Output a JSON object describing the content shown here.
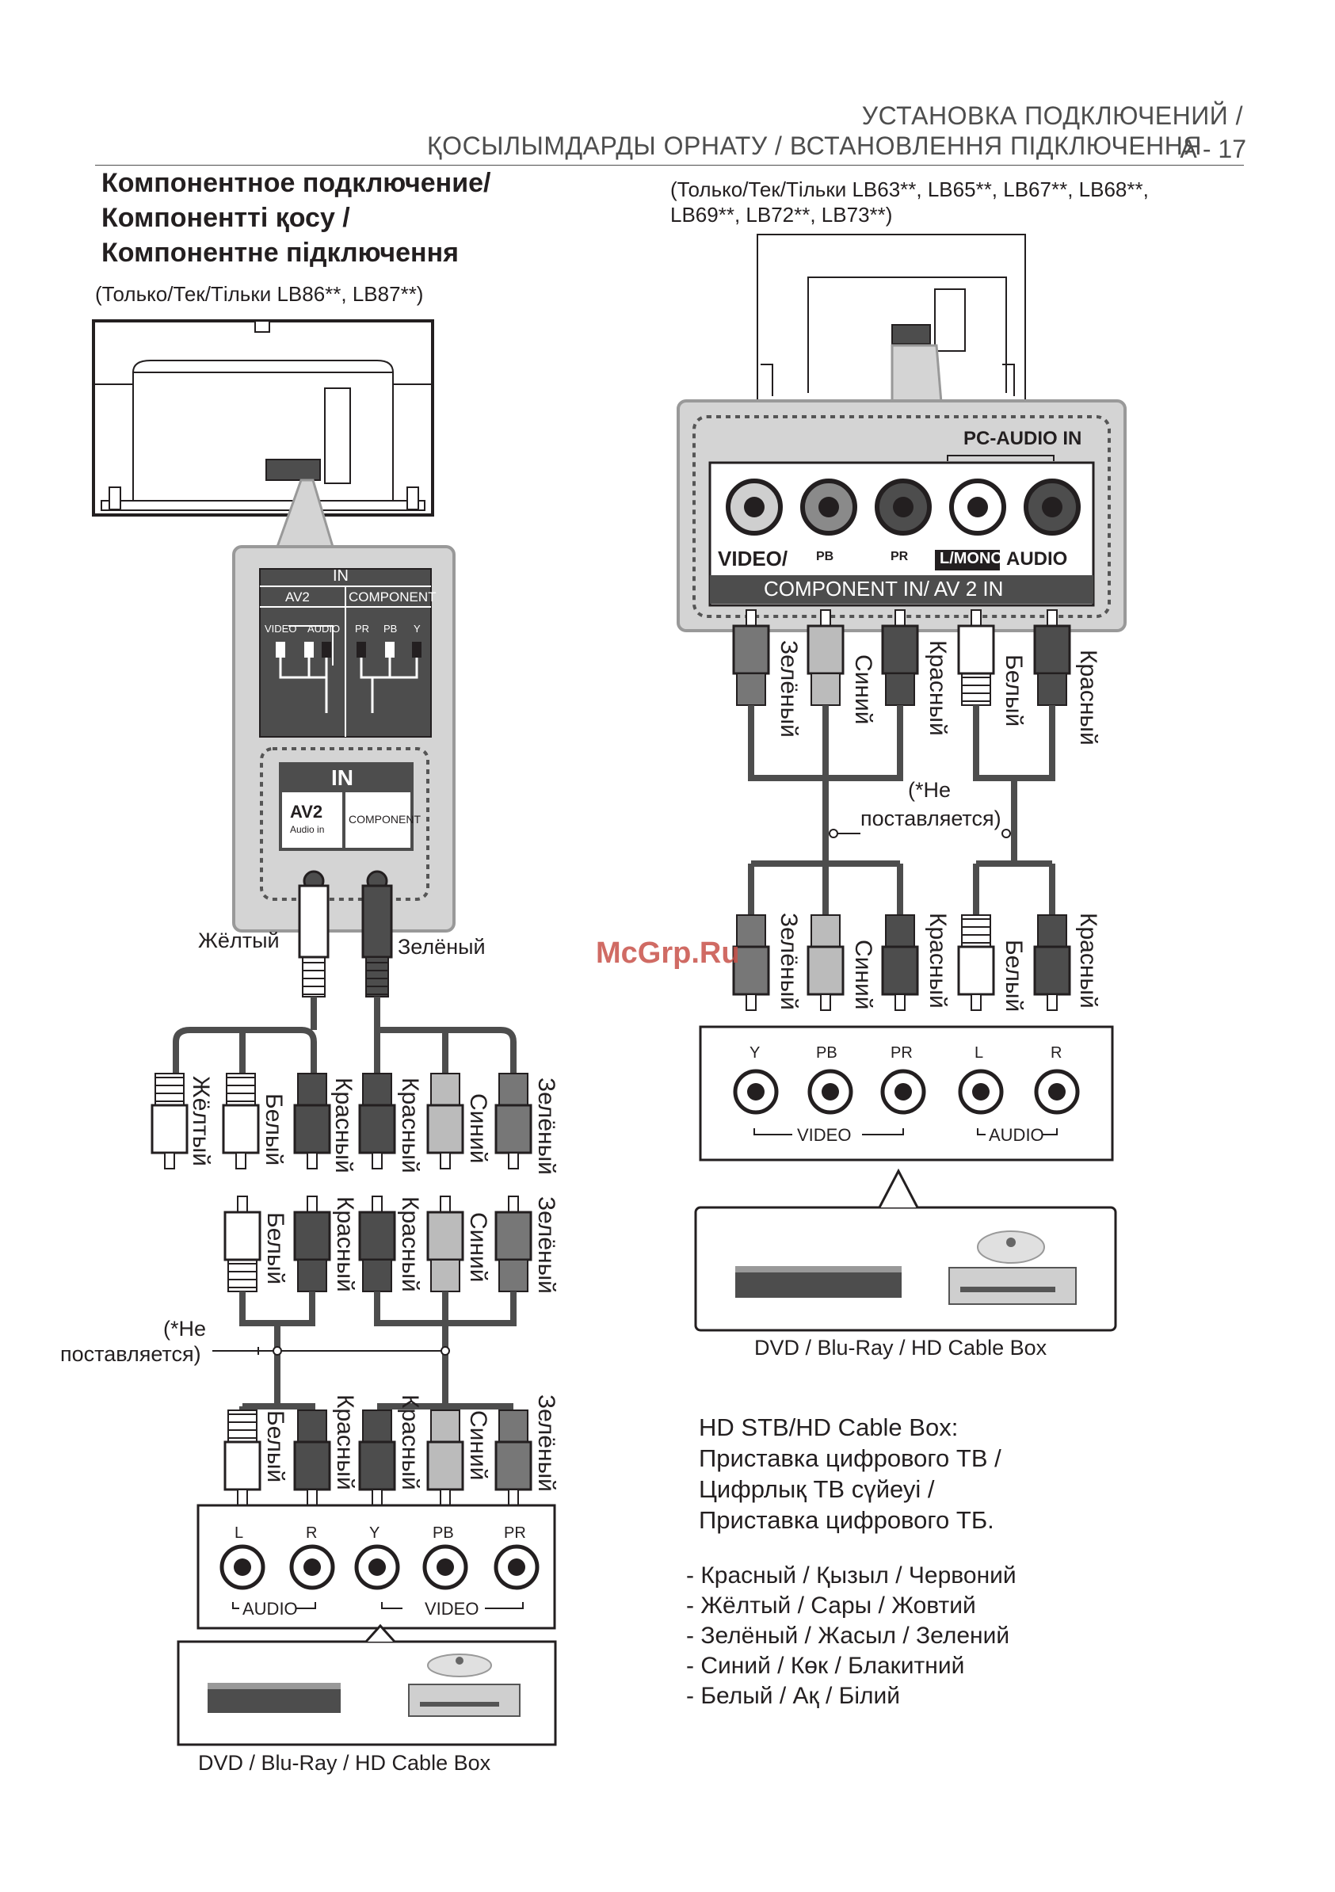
{
  "header": {
    "line1": "УСТАНОВКА ПОДКЛЮЧЕНИЙ /",
    "line2": "ҚОСЫЛЫМДАРДЫ ОРНАТУ / ВСТАНОВЛЕННЯ ПІДКЛЮЧЕННЯ",
    "page_number": "A - 17"
  },
  "section": {
    "title_ru": "Компонентное подключение/",
    "title_kz": "Компоненттi қосу /",
    "title_ua": "Компонентне підключення"
  },
  "left": {
    "models": "(Только/Тек/Тільки LB86**, LB87**)",
    "panel_in": "IN",
    "panel_av2": "AV2",
    "panel_component": "COMPONENT",
    "panel_video": "VIDEO",
    "panel_audio": "AUDIO",
    "panel_pr": "PR",
    "panel_pb": "PB",
    "panel_y": "Y",
    "jack_in": "IN",
    "jack_av2": "AV2",
    "jack_audio_in": "Audio in",
    "jack_component": "COMPONENT",
    "cable_yellow": "Жёлтый",
    "cable_green": "Зелёный",
    "row1": [
      "Жёлтый",
      "Белый",
      "Красный",
      "Красный",
      "Синий",
      "Зелёный"
    ],
    "row2": [
      "Белый",
      "Красный",
      "Красный",
      "Синий",
      "Зелёный"
    ],
    "row3": [
      "Белый",
      "Красный",
      "Красный",
      "Синий",
      "Зелёный"
    ],
    "not_supplied_1": "(*Не",
    "not_supplied_2": "поставляется)",
    "dev_labels": [
      "L",
      "R",
      "Y",
      "PB",
      "PR"
    ],
    "dev_audio": "AUDIO",
    "dev_video": "VIDEO",
    "device_caption": "DVD / Blu-Ray / HD Cable Box"
  },
  "right": {
    "models_1": "(Только/Тек/Тільки LB63**, LB65**, LB67**, LB68**,",
    "models_2": "LB69**, LB72**, LB73**)",
    "pc_audio_in": "PC-AUDIO IN",
    "port_video_y": "VIDEO/",
    "port_pb": "PB",
    "port_pr": "PR",
    "port_lmono": "L/MONO",
    "port_audio_r": "AUDIO",
    "bar_label": "COMPONENT IN/ AV 2 IN",
    "row1": [
      "Зелёный",
      "Синий",
      "Красный",
      "Белый",
      "Красный"
    ],
    "not_supplied_1": "(*Не",
    "not_supplied_2": "поставляется)",
    "row2": [
      "Зелёный",
      "Синий",
      "Красный",
      "Белый",
      "Красный"
    ],
    "dev_labels": [
      "Y",
      "PB",
      "PR",
      "L",
      "R"
    ],
    "dev_video": "VIDEO",
    "dev_audio": "AUDIO",
    "device_caption": "DVD / Blu-Ray / HD Cable Box"
  },
  "info": {
    "hd_1": "HD STB/HD Cable Box:",
    "hd_2": "Приставка цифрового ТВ /",
    "hd_3": "Цифрлық ТВ сүйеуі /",
    "hd_4": "Приставка цифрового ТБ.",
    "colors": [
      "- Красный / Қызыл / Червоний",
      "- Жёлтый / Сары / Жовтий",
      "- Зелёный / Жасыл / Зелений",
      "- Синий / Көк / Блакитний",
      "- Белый / Ақ / Білий"
    ]
  },
  "watermark": "McGrp.Ru",
  "colors": {
    "text": "#231f20",
    "panel_gray": "#d4d4d4",
    "dark_gray": "#4d4d4d",
    "watermark": "#c8524a"
  }
}
